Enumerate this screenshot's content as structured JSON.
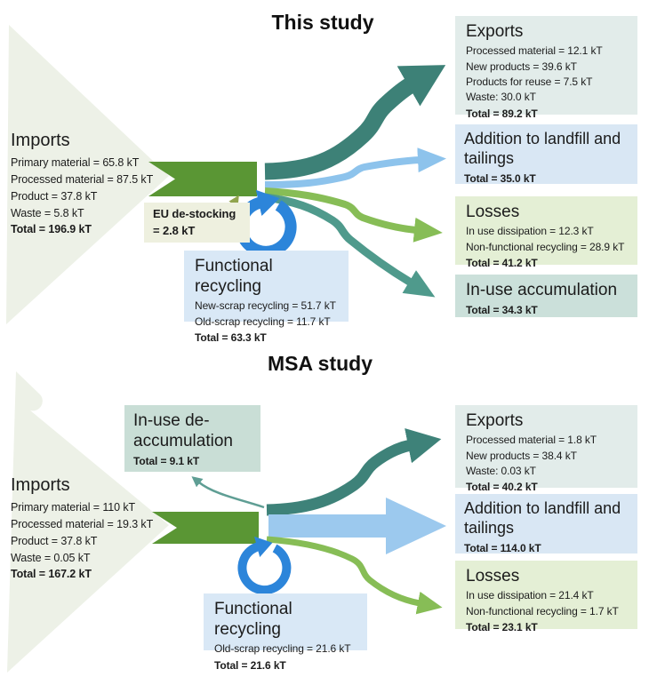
{
  "top": {
    "title": "This study",
    "imports": {
      "heading": "Imports",
      "lines": [
        "Primary material = 65.8 kT",
        "Processed material = 87.5 kT",
        "Product = 37.8 kT",
        "Waste = 5.8 kT"
      ],
      "total": "Total = 196.9 kT"
    },
    "eu_destocking": {
      "line1": "EU de-stocking",
      "line2": "= 2.8 kT"
    },
    "functional_recycling": {
      "heading": "Functional recycling",
      "lines": [
        "New-scrap recycling = 51.7 kT",
        "Old-scrap recycling = 11.7 kT"
      ],
      "total": "Total = 63.3 kT"
    },
    "exports": {
      "heading": "Exports",
      "lines": [
        "Processed material = 12.1 kT",
        "New products = 39.6 kT",
        "Products for reuse = 7.5 kT",
        "Waste: 30.0 kT"
      ],
      "total": "Total = 89.2 kT"
    },
    "landfill": {
      "heading": "Addition to landfill and tailings",
      "total": "Total = 35.0 kT"
    },
    "losses": {
      "heading": "Losses",
      "lines": [
        "In use dissipation = 12.3 kT",
        "Non-functional recycling = 28.9 kT"
      ],
      "total": "Total = 41.2 kT"
    },
    "inuse_accumulation": {
      "heading": "In-use accumulation",
      "total": "Total = 34.3 kT"
    }
  },
  "bottom": {
    "title": "MSA study",
    "imports": {
      "heading": "Imports",
      "lines": [
        "Primary material = 110 kT",
        "Processed material = 19.3 kT",
        "Product = 37.8 kT",
        "Waste = 0.05 kT"
      ],
      "total": "Total = 167.2 kT"
    },
    "inuse_deaccumulation": {
      "heading": "In-use de-accumulation",
      "total": "Total = 9.1 kT"
    },
    "functional_recycling": {
      "heading": "Functional recycling",
      "lines": [
        "Old-scrap recycling = 21.6 kT"
      ],
      "total": "Total = 21.6 kT"
    },
    "exports": {
      "heading": "Exports",
      "lines": [
        "Processed material = 1.8 kT",
        "New products = 38.4 kT",
        "Waste: 0.03 kT"
      ],
      "total": "Total = 40.2 kT"
    },
    "landfill": {
      "heading": "Addition to landfill and tailings",
      "total": "Total = 114.0 kT"
    },
    "losses": {
      "heading": "Losses",
      "lines": [
        "In use dissipation = 21.4 kT",
        "Non-functional recycling = 1.7 kT"
      ],
      "total": "Total = 23.1 kT"
    }
  },
  "colors": {
    "imports_band_green": "#5a9634",
    "imports_triangle_pale": "#edf1e7",
    "exports_flow_teal": "#3d8177",
    "landfill_flow_blue": "#8dc3ec",
    "landfill_flow_blue_big": "#9cc9ee",
    "losses_flow_green": "#87bd56",
    "inuse_flow_teal": "#4f9a8c",
    "recycling_loop_blue": "#2c85da",
    "eu_arrow_olive": "#91a44e",
    "deaccumulation_arrow_teal": "#5f9e94",
    "box_exports_bg": "#e2ecea",
    "box_landfill_bg": "#d9e7f4",
    "box_losses_bg": "#e4efd5",
    "box_inuse_bg": "#cbe0da",
    "box_deaccumulation_bg": "#c9ded6",
    "box_recycling_bg": "#d9e8f6",
    "box_eu_bg": "#eef0df"
  }
}
